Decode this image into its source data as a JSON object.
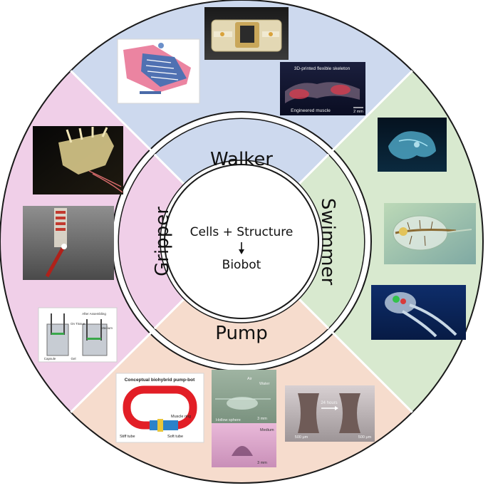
{
  "center": {
    "line1": "Cells + Structure",
    "line2": "Biobot"
  },
  "sectors": {
    "walker": "Walker",
    "swimmer": "Swimmer",
    "pump": "Pump",
    "gripper": "Gripper"
  },
  "colors": {
    "walker": "#cdd9ee",
    "swimmer": "#d8e9cf",
    "pump": "#f6dccd",
    "gripper": "#f0cfe8",
    "ring_stroke": "#1a1a1a"
  },
  "walker_images": {
    "skeleton_title": "3D-printed flexible skeleton",
    "skeleton_label": "Engineered muscle",
    "skeleton_scale": "2 mm"
  },
  "pump_images": {
    "conceptual_title": "Conceptual biohybrid pump-bot",
    "muscle_ring": "Muscle ring",
    "stiff_tube": "Stiff tube",
    "soft_tube": "Soft tube",
    "air": "Air",
    "water": "Water",
    "hollow_sphere": "Hollow sphere",
    "scale_3mm": "3 mm",
    "medium": "Medium",
    "scale_3mm_b": "3 mm",
    "hours": "24 hours",
    "scale_500a": "500 μm",
    "scale_500b": "500 μm"
  },
  "gripper_images": {
    "after_assembling": "After Assembling",
    "tissue": "On Tissue",
    "medium": "Medium",
    "capsule": "Capsule",
    "gel": "Gel"
  }
}
